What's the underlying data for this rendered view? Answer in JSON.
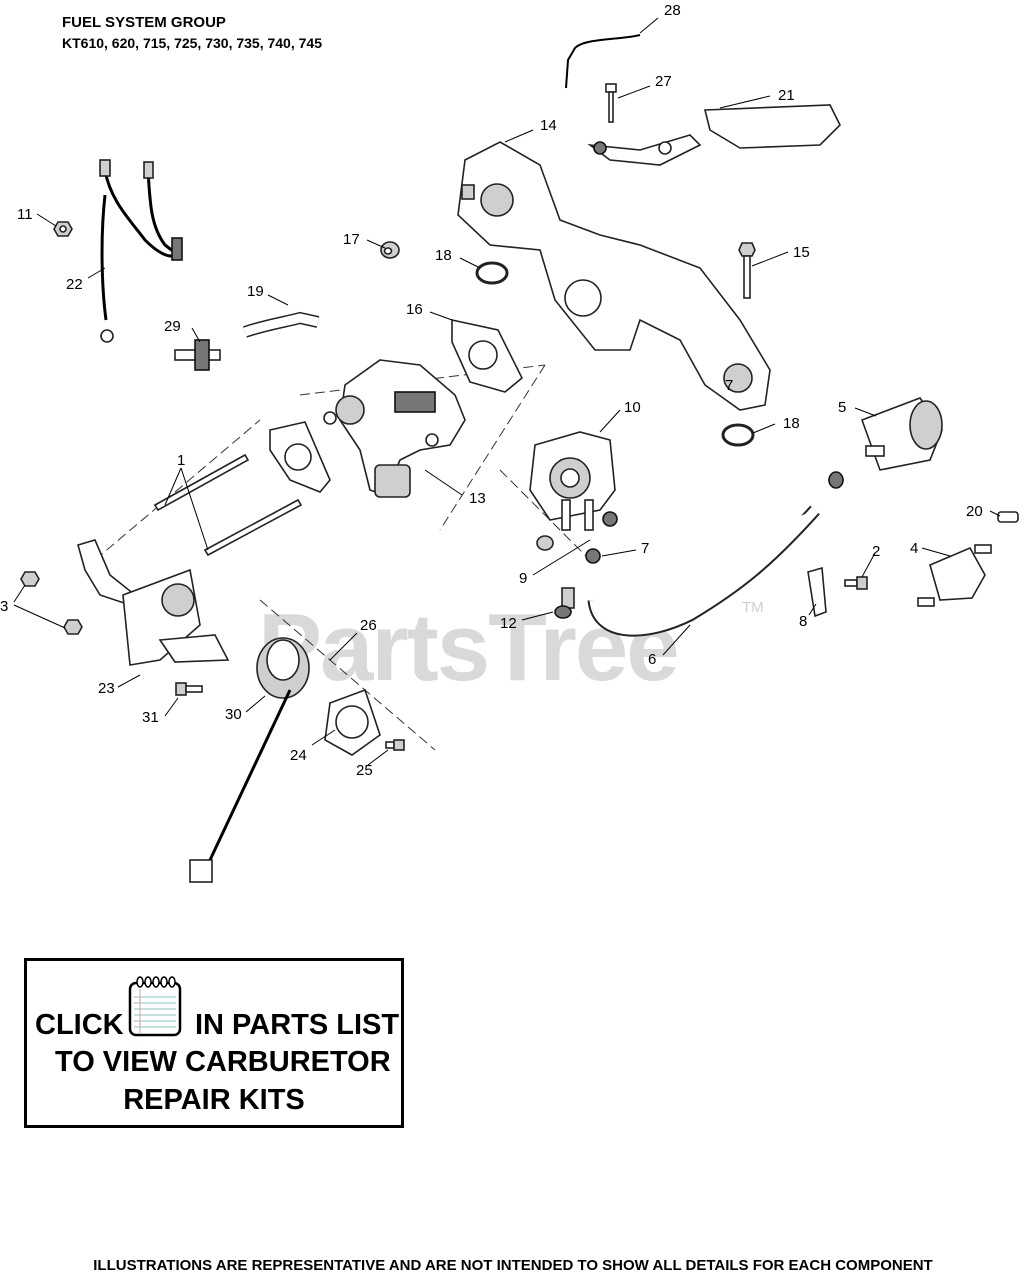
{
  "header": {
    "title": "FUEL SYSTEM GROUP",
    "models": "KT610, 620, 715, 725, 730, 735, 740, 745"
  },
  "callouts": {
    "c1": "1",
    "c2": "2",
    "c3": "3",
    "c4": "4",
    "c5": "5",
    "c6": "6",
    "c7a": "7",
    "c7b": "7",
    "c8": "8",
    "c9": "9",
    "c10": "10",
    "c11": "11",
    "c12": "12",
    "c13": "13",
    "c14": "14",
    "c15": "15",
    "c16": "16",
    "c17": "17",
    "c18a": "18",
    "c18b": "18",
    "c19": "19",
    "c20": "20",
    "c21": "21",
    "c22": "22",
    "c23": "23",
    "c24": "24",
    "c25": "25",
    "c26": "26",
    "c27": "27",
    "c28": "28",
    "c29": "29",
    "c30": "30",
    "c31": "31"
  },
  "watermark": {
    "text": "PartsTree",
    "tm": "TM"
  },
  "kit_notice": {
    "click": "CLICK",
    "in_parts_list": "IN PARTS LIST",
    "line2": "TO VIEW CARBURETOR",
    "line3": "REPAIR KITS",
    "icon": "notepad-icon"
  },
  "footer": "ILLUSTRATIONS ARE REPRESENTATIVE AND ARE NOT INTENDED TO SHOW ALL DETAILS FOR EACH COMPONENT"
}
